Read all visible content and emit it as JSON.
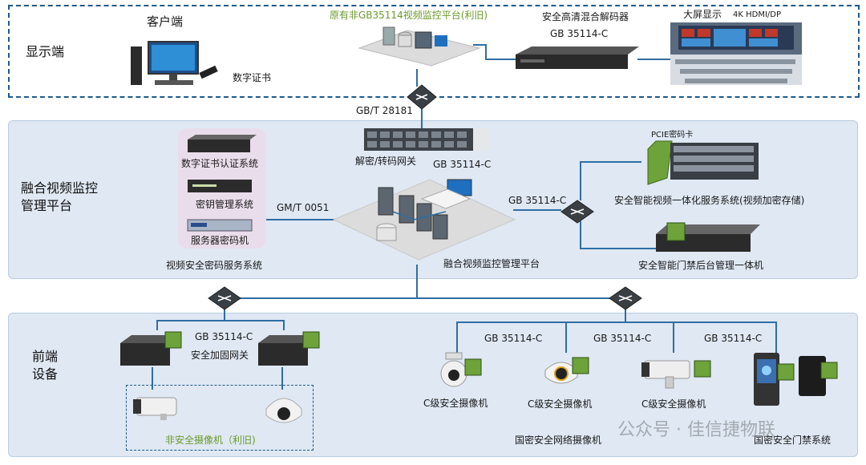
{
  "zones": {
    "display": "显示端",
    "platform": "融合视频监控\n管理平台",
    "front": "前端\n设备"
  },
  "display": {
    "client": "客户端",
    "digital_cert": "数字证书",
    "legacy_platform": "原有非GB35114视频监控平台(利旧)",
    "decoder": "安全高清混合解码器",
    "decoder_std": "GB 35114-C",
    "bigscreen": "大屏显示",
    "bigscreen_spec": "4K HDMI/DP"
  },
  "links": {
    "gbt28181": "GB/T 28181",
    "gmt0051": "GM/T 0051",
    "gb35114_right": "GB 35114-C",
    "gateway_std": "GB 35114-C"
  },
  "platform": {
    "cert_auth": "数字证书认证系统",
    "key_mgmt": "密钥管理系统",
    "server_crypto": "服务器密码机",
    "crypto_service": "视频安全密码服务系统",
    "gateway": "解密/转码网关",
    "main_platform": "融合视频监控管理平台",
    "pcie_card": "PCIE密码卡",
    "storage": "安全智能视频一体化服务系统(视频加密存储)",
    "access_backend": "安全智能门禁后台管理一体机"
  },
  "front": {
    "std_left": "GB 35114-C",
    "secure_gateway": "安全加固网关",
    "legacy_cams": "非安全摄像机（利旧)",
    "std_1": "GB 35114-C",
    "std_2": "GB 35114-C",
    "std_3": "GB 35114-C",
    "cam_c1": "C级安全摄像机",
    "cam_c2": "C级安全摄像机",
    "cam_c3": "C级安全摄像机",
    "national_cam": "国密安全网络摄像机",
    "national_access": "国密安全门禁系统"
  },
  "watermark": "公众号 · 佳信捷物联",
  "colors": {
    "line": "#2f6ea3",
    "zone_fill": "#dfe8f3",
    "accent_green": "#6b9a2a",
    "dash": "#1e5a8c"
  }
}
